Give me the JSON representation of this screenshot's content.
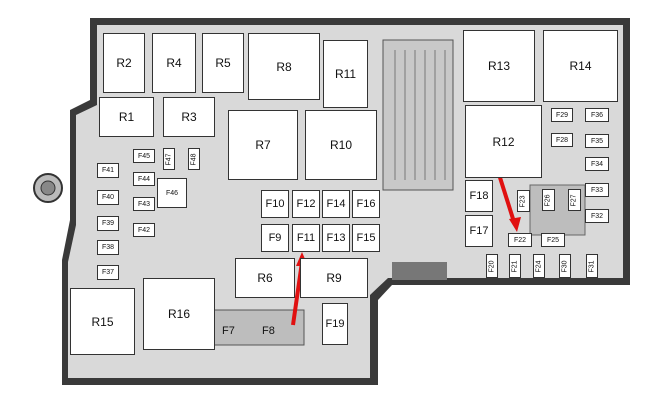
{
  "title": "Fuse box layout",
  "relays": [
    "R2",
    "R4",
    "R5",
    "R8",
    "R11",
    "R1",
    "R3",
    "R7",
    "R10",
    "R13",
    "R14",
    "R12",
    "R6",
    "R9",
    "R15",
    "R16"
  ],
  "fuses_large": [
    "F10",
    "F12",
    "F14",
    "F16",
    "F9",
    "F11",
    "F13",
    "F15",
    "F19",
    "F18",
    "F17"
  ],
  "fuses_bar": [
    "F7",
    "F8"
  ],
  "fuses_small_left": [
    "F45",
    "F47",
    "F48",
    "F41",
    "F44",
    "F46",
    "F40",
    "F43",
    "F39",
    "F42",
    "F38",
    "F37"
  ],
  "fuses_small_right": [
    "F29",
    "F36",
    "F28",
    "F35",
    "F34",
    "F33",
    "F32",
    "F23",
    "F26",
    "F27",
    "F22",
    "F25",
    "F20",
    "F21",
    "F24",
    "F30",
    "F31"
  ],
  "colors": {
    "housing": "#3a3a3a",
    "panel": "#d9d9d9",
    "arrow": "#e01010"
  },
  "highlighted": [
    "F11",
    "F22"
  ]
}
